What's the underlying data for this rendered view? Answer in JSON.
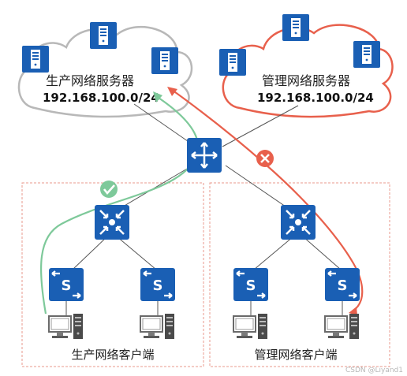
{
  "diagram": {
    "production_cloud": {
      "name": "生产网络服务器",
      "subnet": "192.168.100.0/24"
    },
    "management_cloud": {
      "name": "管理网络服务器",
      "subnet": "192.168.100.0/24"
    },
    "production_zone_label": "生产网络客户端",
    "management_zone_label": "管理网络客户端",
    "access_switch_letter": "S",
    "watermark": "CSDN @Liyand1",
    "colors": {
      "device_blue": "#1a5fb4",
      "allowed_path": "#7ec99a",
      "blocked_path": "#e8604c",
      "production_cloud_outline": "#b8b8b8",
      "management_cloud_outline": "#e8604c",
      "zone_border": "#e89a8c",
      "link_line": "#444444"
    },
    "icons": {
      "router": "router-icon",
      "core_switch": "layer3-switch-icon",
      "access_switch": "layer2-switch-icon",
      "server": "server-tower-icon",
      "client": "desktop-pc-icon",
      "allowed": "check-mark-icon",
      "blocked": "x-mark-icon"
    }
  }
}
